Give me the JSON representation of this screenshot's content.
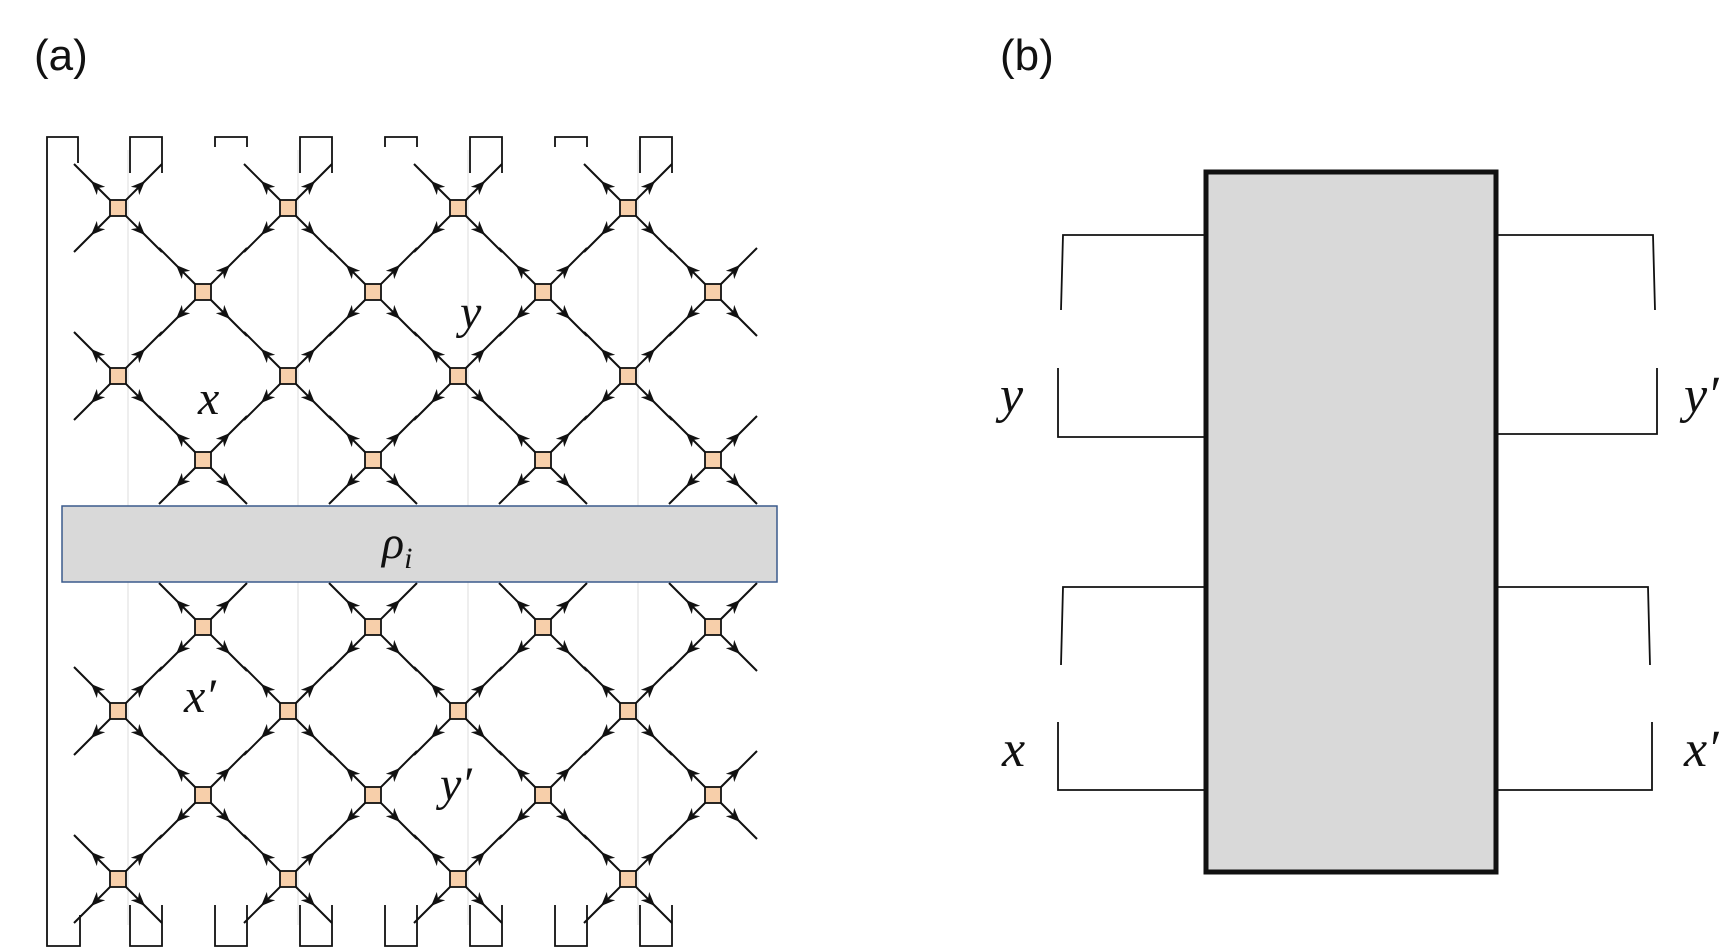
{
  "panel_a": {
    "label": "(a)",
    "band_label": "ρ",
    "band_subscript": "i",
    "lattice_labels": {
      "x": "x",
      "y": "y",
      "x_prime": "x′",
      "y_prime": "y′"
    }
  },
  "panel_b": {
    "label": "(b)",
    "left_top_label": "y",
    "left_bottom_label": "x",
    "right_top_label": "y′",
    "right_bottom_label": "x′"
  }
}
